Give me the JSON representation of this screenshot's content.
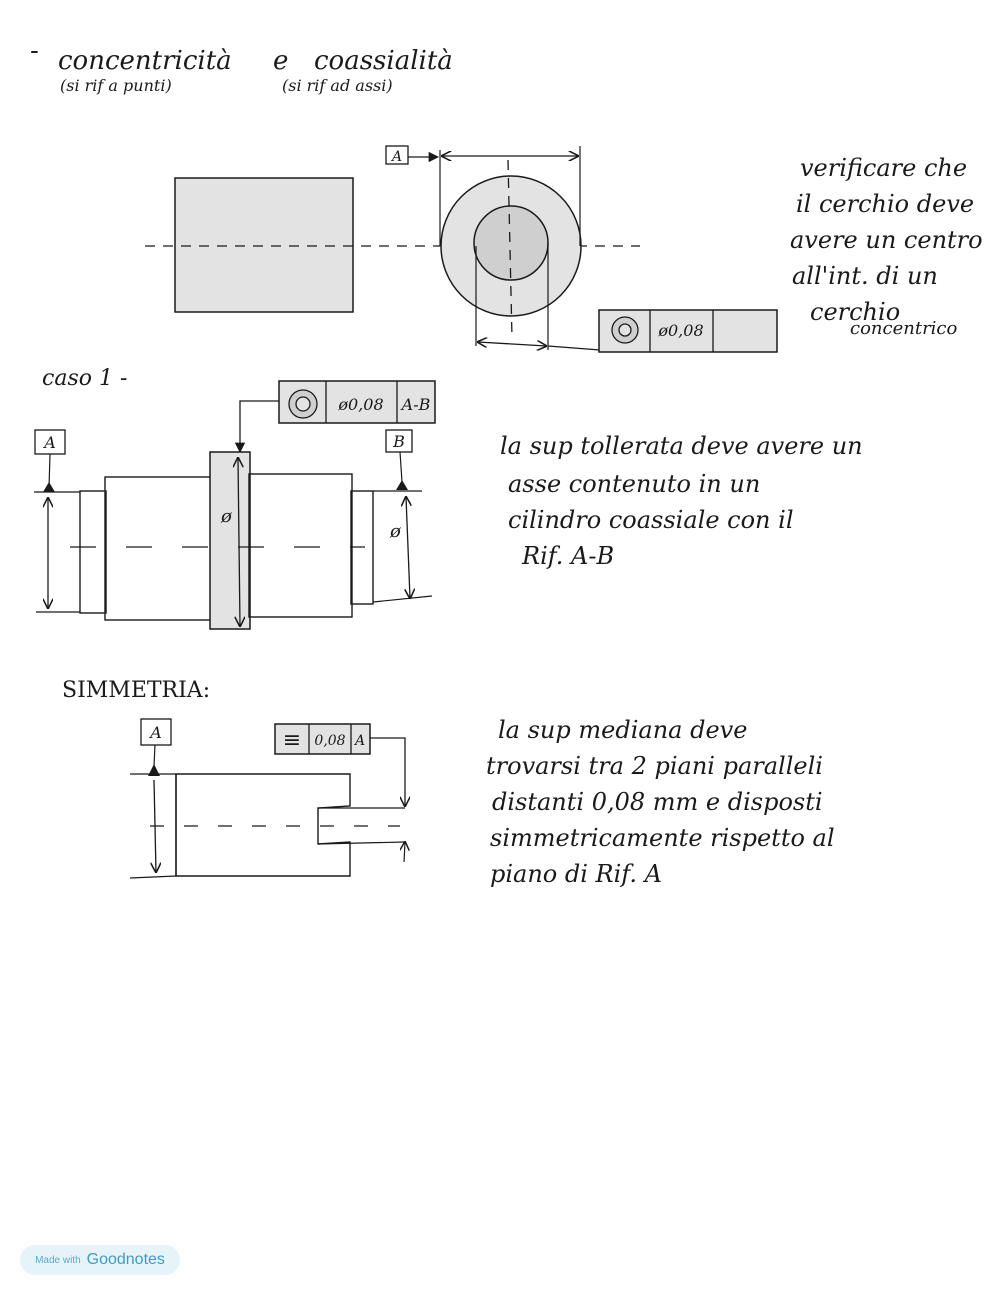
{
  "section1": {
    "title_dash": "-",
    "title_left": "concentricità",
    "title_e": "e",
    "title_right": "coassialità",
    "sub_left": "(si rif a punti)",
    "sub_right": "(si rif ad assi)",
    "datum": "A",
    "tol_value": "ø0,08",
    "note": [
      "verificare che",
      "il cerchio deve",
      "avere un centro",
      "all'int. di un",
      "cerchio",
      "concentrico"
    ]
  },
  "section2": {
    "title": "caso 1 -",
    "datum_a": "A",
    "datum_b": "B",
    "tol_value": "ø0,08",
    "tol_ref": "A-B",
    "dim_symbol": "ø",
    "note": [
      "la sup tollerata deve avere un",
      "asse contenuto in un",
      "cilindro coassiale con il",
      "Rif. A-B"
    ]
  },
  "section3": {
    "title": "SIMMETRIA:",
    "datum": "A",
    "tol_symbol": "≡",
    "tol_value": "0,08",
    "tol_ref": "A",
    "note": [
      "la sup mediana deve",
      "trovarsi tra 2 piani paralleli",
      "distanti 0,08 mm e disposti",
      "simmetricamente rispetto al",
      "piano di Rif. A"
    ]
  },
  "badge": {
    "small": "Made with",
    "big": "Goodnotes"
  },
  "colors": {
    "fill_gray": "#e3e3e3",
    "fill_dark": "#cfcfcf",
    "ink": "#1a1a1a",
    "badge_bg": "#e6f4fa",
    "badge_text": "#3f9cc4"
  }
}
